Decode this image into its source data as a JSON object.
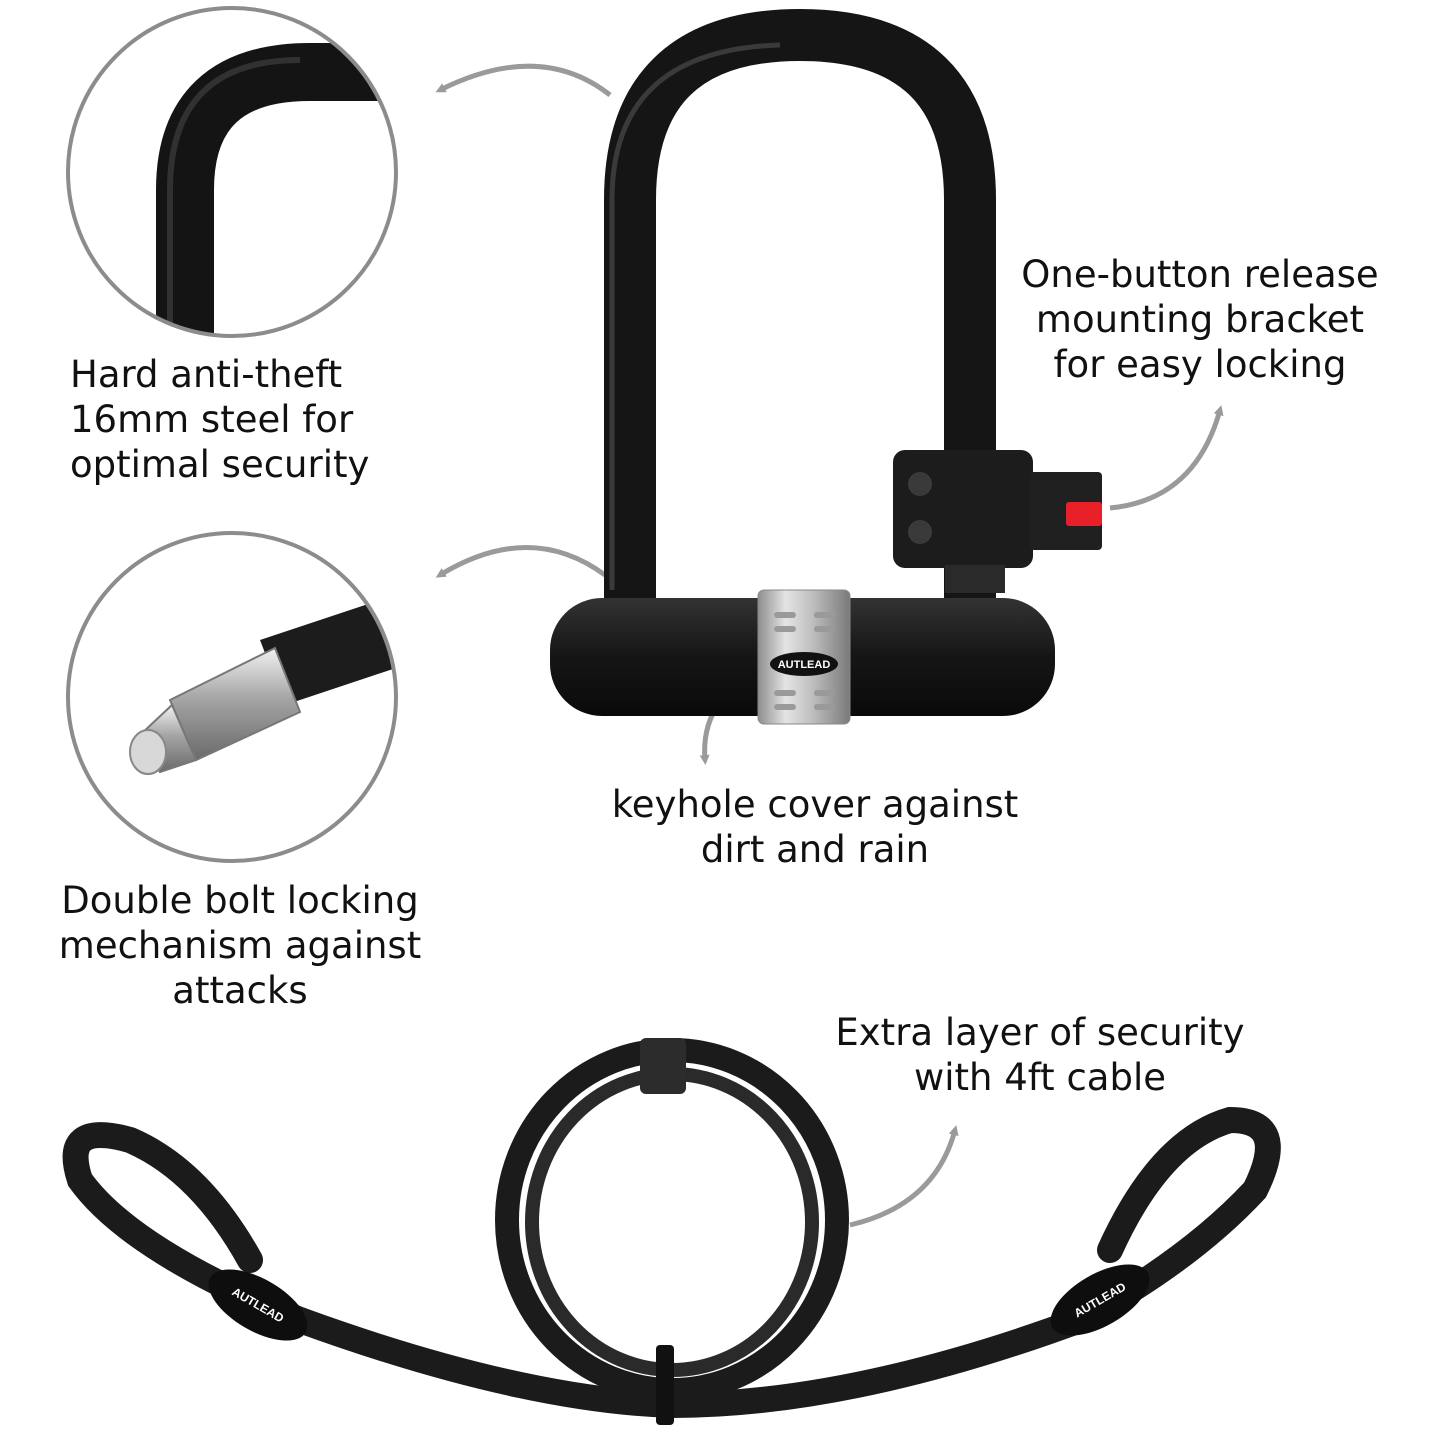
{
  "colors": {
    "background": "#ffffff",
    "lock_black": "#1a1a1a",
    "arrow_gray": "#9a9a9a",
    "circle_border": "#8c8c8c",
    "release_button_red": "#e8202a",
    "keyhole_cover_silver": "#c8c8c8"
  },
  "features": {
    "steel": "Hard anti-theft\n16mm steel for\noptimal security",
    "bracket": "One-button release\nmounting bracket\nfor easy locking",
    "bolt": "Double bolt locking\nmechanism against\nattacks",
    "keyhole": "keyhole cover against\ndirt and rain",
    "cable": "Extra layer of security\nwith 4ft cable"
  },
  "brand": "AUTLEAD"
}
